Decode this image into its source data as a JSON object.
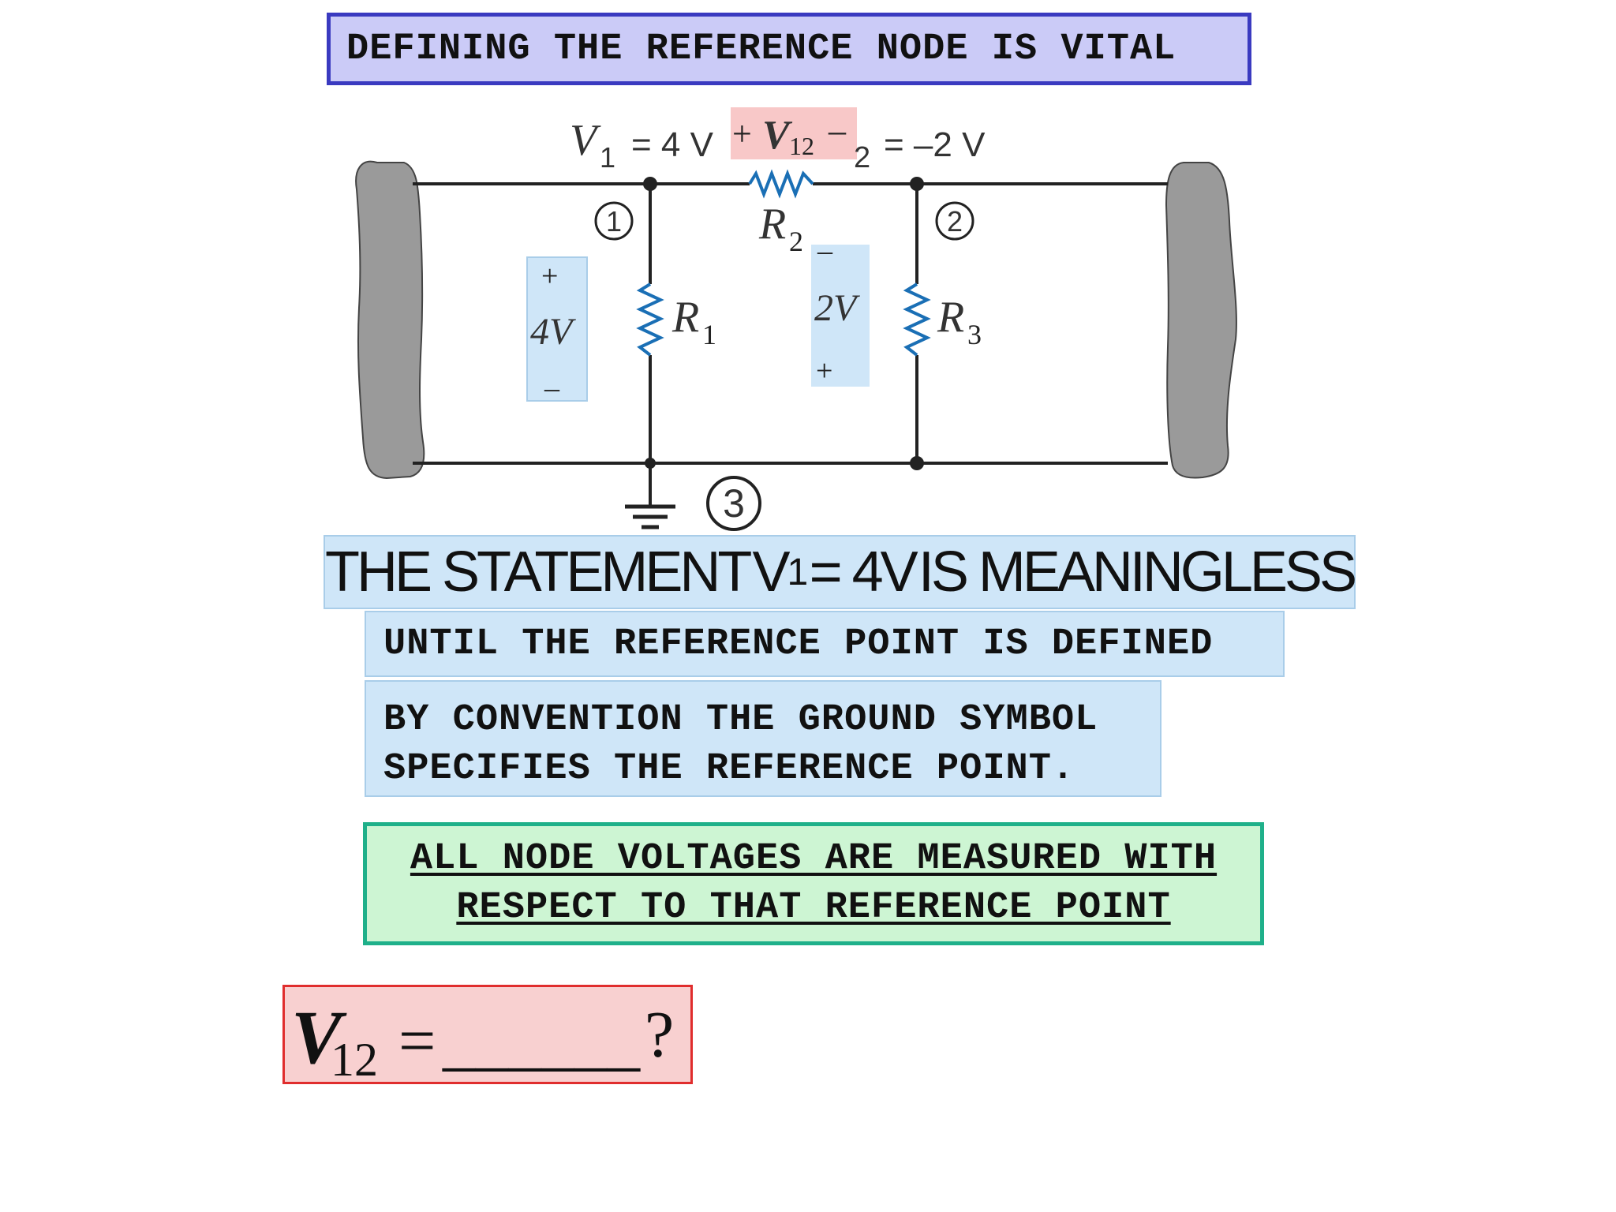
{
  "title": "DEFINING THE REFERENCE NODE IS VITAL",
  "circuit": {
    "v1_label": "V",
    "v1_sub": "1",
    "v1_value": "= 4 V",
    "v12_plus": "+",
    "v12_label": "V",
    "v12_sub": "12",
    "v12_minus": "–",
    "v2_sub": "2",
    "v2_value": "= –2 V",
    "node1": "1",
    "node2": "2",
    "node3": "3",
    "r1_label": "R",
    "r1_sub": "1",
    "r2_label": "R",
    "r2_sub": "2",
    "r3_label": "R",
    "r3_sub": "3",
    "r1_voltage": {
      "plus": "+",
      "value": "4V",
      "minus": "–"
    },
    "r3_voltage": {
      "minus": "–",
      "value": "2V",
      "plus": "+"
    }
  },
  "statement": {
    "prefix": "THE STATEMENT",
    "var": "V",
    "sub": "1",
    "eq": "= 4V",
    "suffix": "IS MEANINGLESS"
  },
  "until_text": "UNTIL THE REFERENCE POINT IS DEFINED",
  "convention_lines": [
    "BY CONVENTION THE GROUND SYMBOL",
    "SPECIFIES THE REFERENCE POINT."
  ],
  "all_nodes_lines": [
    "ALL NODE VOLTAGES ARE MEASURED WITH",
    "RESPECT TO THAT REFERENCE POINT"
  ],
  "question": {
    "var": "V",
    "sub": "12",
    "eq": "=",
    "blank": "______",
    "mark": "?"
  },
  "colors": {
    "title_bg": "#cbcbf7",
    "title_border": "#3a3ac0",
    "info_bg": "#cfe6f8",
    "highlight_bg": "#cdf5d3",
    "highlight_border": "#1fb08a",
    "question_bg": "#f8d0d0",
    "question_border": "#e02d2d",
    "resistor": "#1a6fb5",
    "wire": "#222222",
    "box": "#8a8a8a"
  }
}
